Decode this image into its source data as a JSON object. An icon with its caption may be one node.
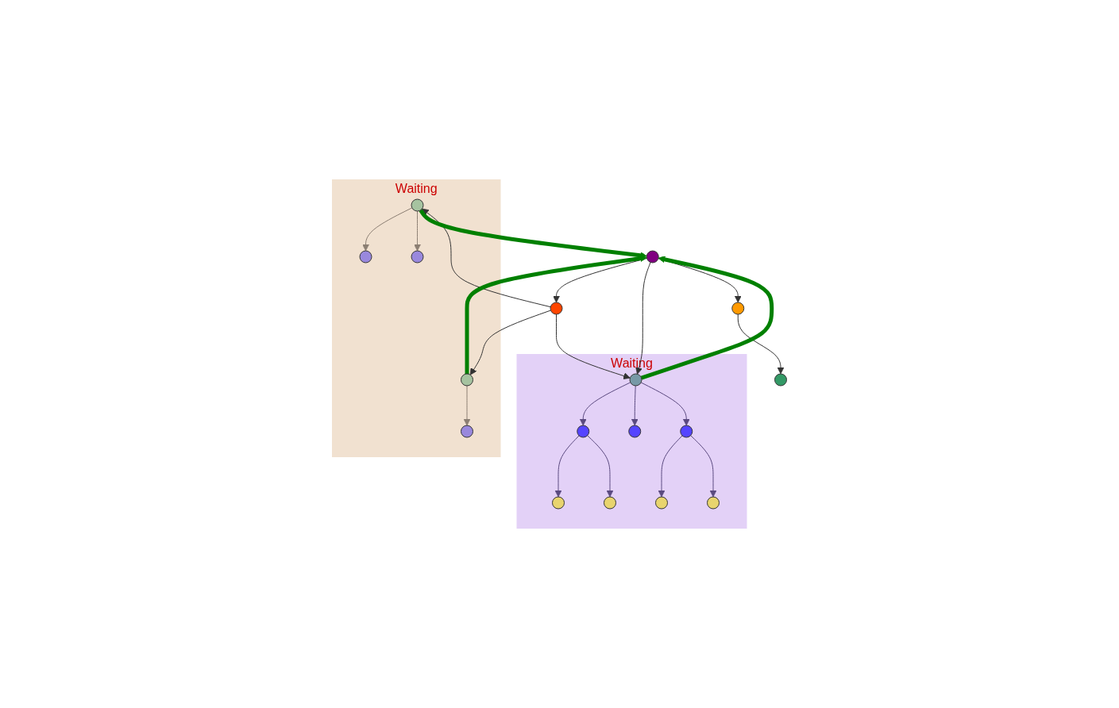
{
  "diagram": {
    "nodes": [
      {
        "text": [
          "Waiting"
        ]
      },
      {
        "text": [
          "Waiting"
        ]
      },
      {
        "text": [],
        "shape": "circle"
      },
      {
        "text": [],
        "shape": "circle"
      },
      {
        "text": [],
        "shape": "circle"
      },
      {
        "text": [],
        "shape": "circle"
      },
      {
        "text": [],
        "shape": "circle",
        "in": 0
      },
      {
        "text": [],
        "shape": "circle",
        "in": 0
      },
      {
        "text": [],
        "shape": "circle",
        "in": 1
      },
      {
        "text": [],
        "shape": "circle",
        "in": 0
      },
      {
        "text": [],
        "shape": "circle",
        "in": 0
      },
      {
        "text": [],
        "shape": "circle",
        "in": 0
      },
      {
        "text": [],
        "shape": "circle",
        "in": 1
      },
      {
        "text": [],
        "shape": "circle",
        "in": 1
      },
      {
        "text": [],
        "shape": "circle",
        "in": 1
      },
      {
        "text": [],
        "shape": "circle",
        "in": 1
      },
      {
        "text": [],
        "shape": "circle",
        "in": 1
      },
      {
        "text": [],
        "shape": "circle",
        "in": 1
      },
      {
        "text": [],
        "shape": "circle",
        "in": 1
      }
    ],
    "edges": [
      {
        "from": 2,
        "to": 3,
        "arrow": "to"
      },
      {
        "from": 2,
        "to": 8,
        "arrow": "to"
      },
      {
        "from": 2,
        "to": 4,
        "arrow": "to"
      },
      {
        "from": 4,
        "to": 5,
        "arrow": "to"
      },
      {
        "from": 3,
        "to": 6,
        "arrow": "to"
      },
      {
        "from": 3,
        "to": 7,
        "arrow": "to"
      },
      {
        "from": 3,
        "to": 8,
        "arrow": "to"
      },
      {
        "from": 6,
        "to": 9,
        "arrow": "to",
        "color": "#8c7f73"
      },
      {
        "from": 6,
        "to": 10,
        "arrow": "to",
        "color": "#8c7f73"
      },
      {
        "from": 7,
        "to": 11,
        "arrow": "to",
        "color": "#8c7f73"
      },
      {
        "from": 8,
        "to": 12,
        "arrow": "to",
        "color": "#5b4a80"
      },
      {
        "from": 8,
        "to": 13,
        "arrow": "to",
        "color": "#5b4a80"
      },
      {
        "from": 8,
        "to": 14,
        "arrow": "to",
        "color": "#5b4a80"
      },
      {
        "from": 12,
        "to": 15,
        "arrow": "to",
        "color": "#5b4a80"
      },
      {
        "from": 12,
        "to": 16,
        "arrow": "to",
        "color": "#5b4a80"
      },
      {
        "from": 14,
        "to": 17,
        "arrow": "to",
        "color": "#5b4a80"
      },
      {
        "from": 14,
        "to": 18,
        "arrow": "to",
        "color": "#5b4a80"
      },
      {
        "from": 6,
        "to": 2,
        "arrow": "to",
        "style": "thick",
        "color": "#008000"
      },
      {
        "from": 7,
        "to": 2,
        "arrow": "to",
        "style": "thick",
        "color": "#008000"
      },
      {
        "from": 8,
        "to": 2,
        "arrow": "to",
        "style": "thick",
        "color": "#008000"
      }
    ]
  }
}
